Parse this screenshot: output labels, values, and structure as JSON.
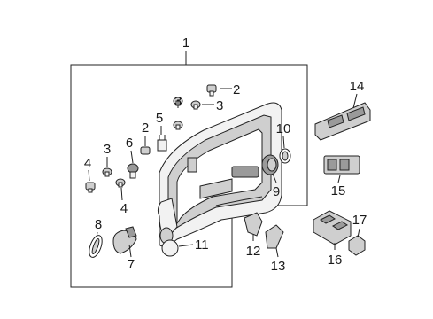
{
  "diagram": {
    "callouts": [
      {
        "id": "c1",
        "label": "1"
      },
      {
        "id": "c2a",
        "label": "2"
      },
      {
        "id": "c2b",
        "label": "2"
      },
      {
        "id": "c3a",
        "label": "3"
      },
      {
        "id": "c3b",
        "label": "3"
      },
      {
        "id": "c3c",
        "label": "3"
      },
      {
        "id": "c4a",
        "label": "4"
      },
      {
        "id": "c4b",
        "label": "4"
      },
      {
        "id": "c5",
        "label": "5"
      },
      {
        "id": "c6",
        "label": "6"
      },
      {
        "id": "c7",
        "label": "7"
      },
      {
        "id": "c8",
        "label": "8"
      },
      {
        "id": "c9",
        "label": "9"
      },
      {
        "id": "c10",
        "label": "10"
      },
      {
        "id": "c11",
        "label": "11"
      },
      {
        "id": "c12",
        "label": "12"
      },
      {
        "id": "c13",
        "label": "13"
      },
      {
        "id": "c14",
        "label": "14"
      },
      {
        "id": "c15",
        "label": "15"
      },
      {
        "id": "c16",
        "label": "16"
      },
      {
        "id": "c17",
        "label": "17"
      }
    ]
  }
}
